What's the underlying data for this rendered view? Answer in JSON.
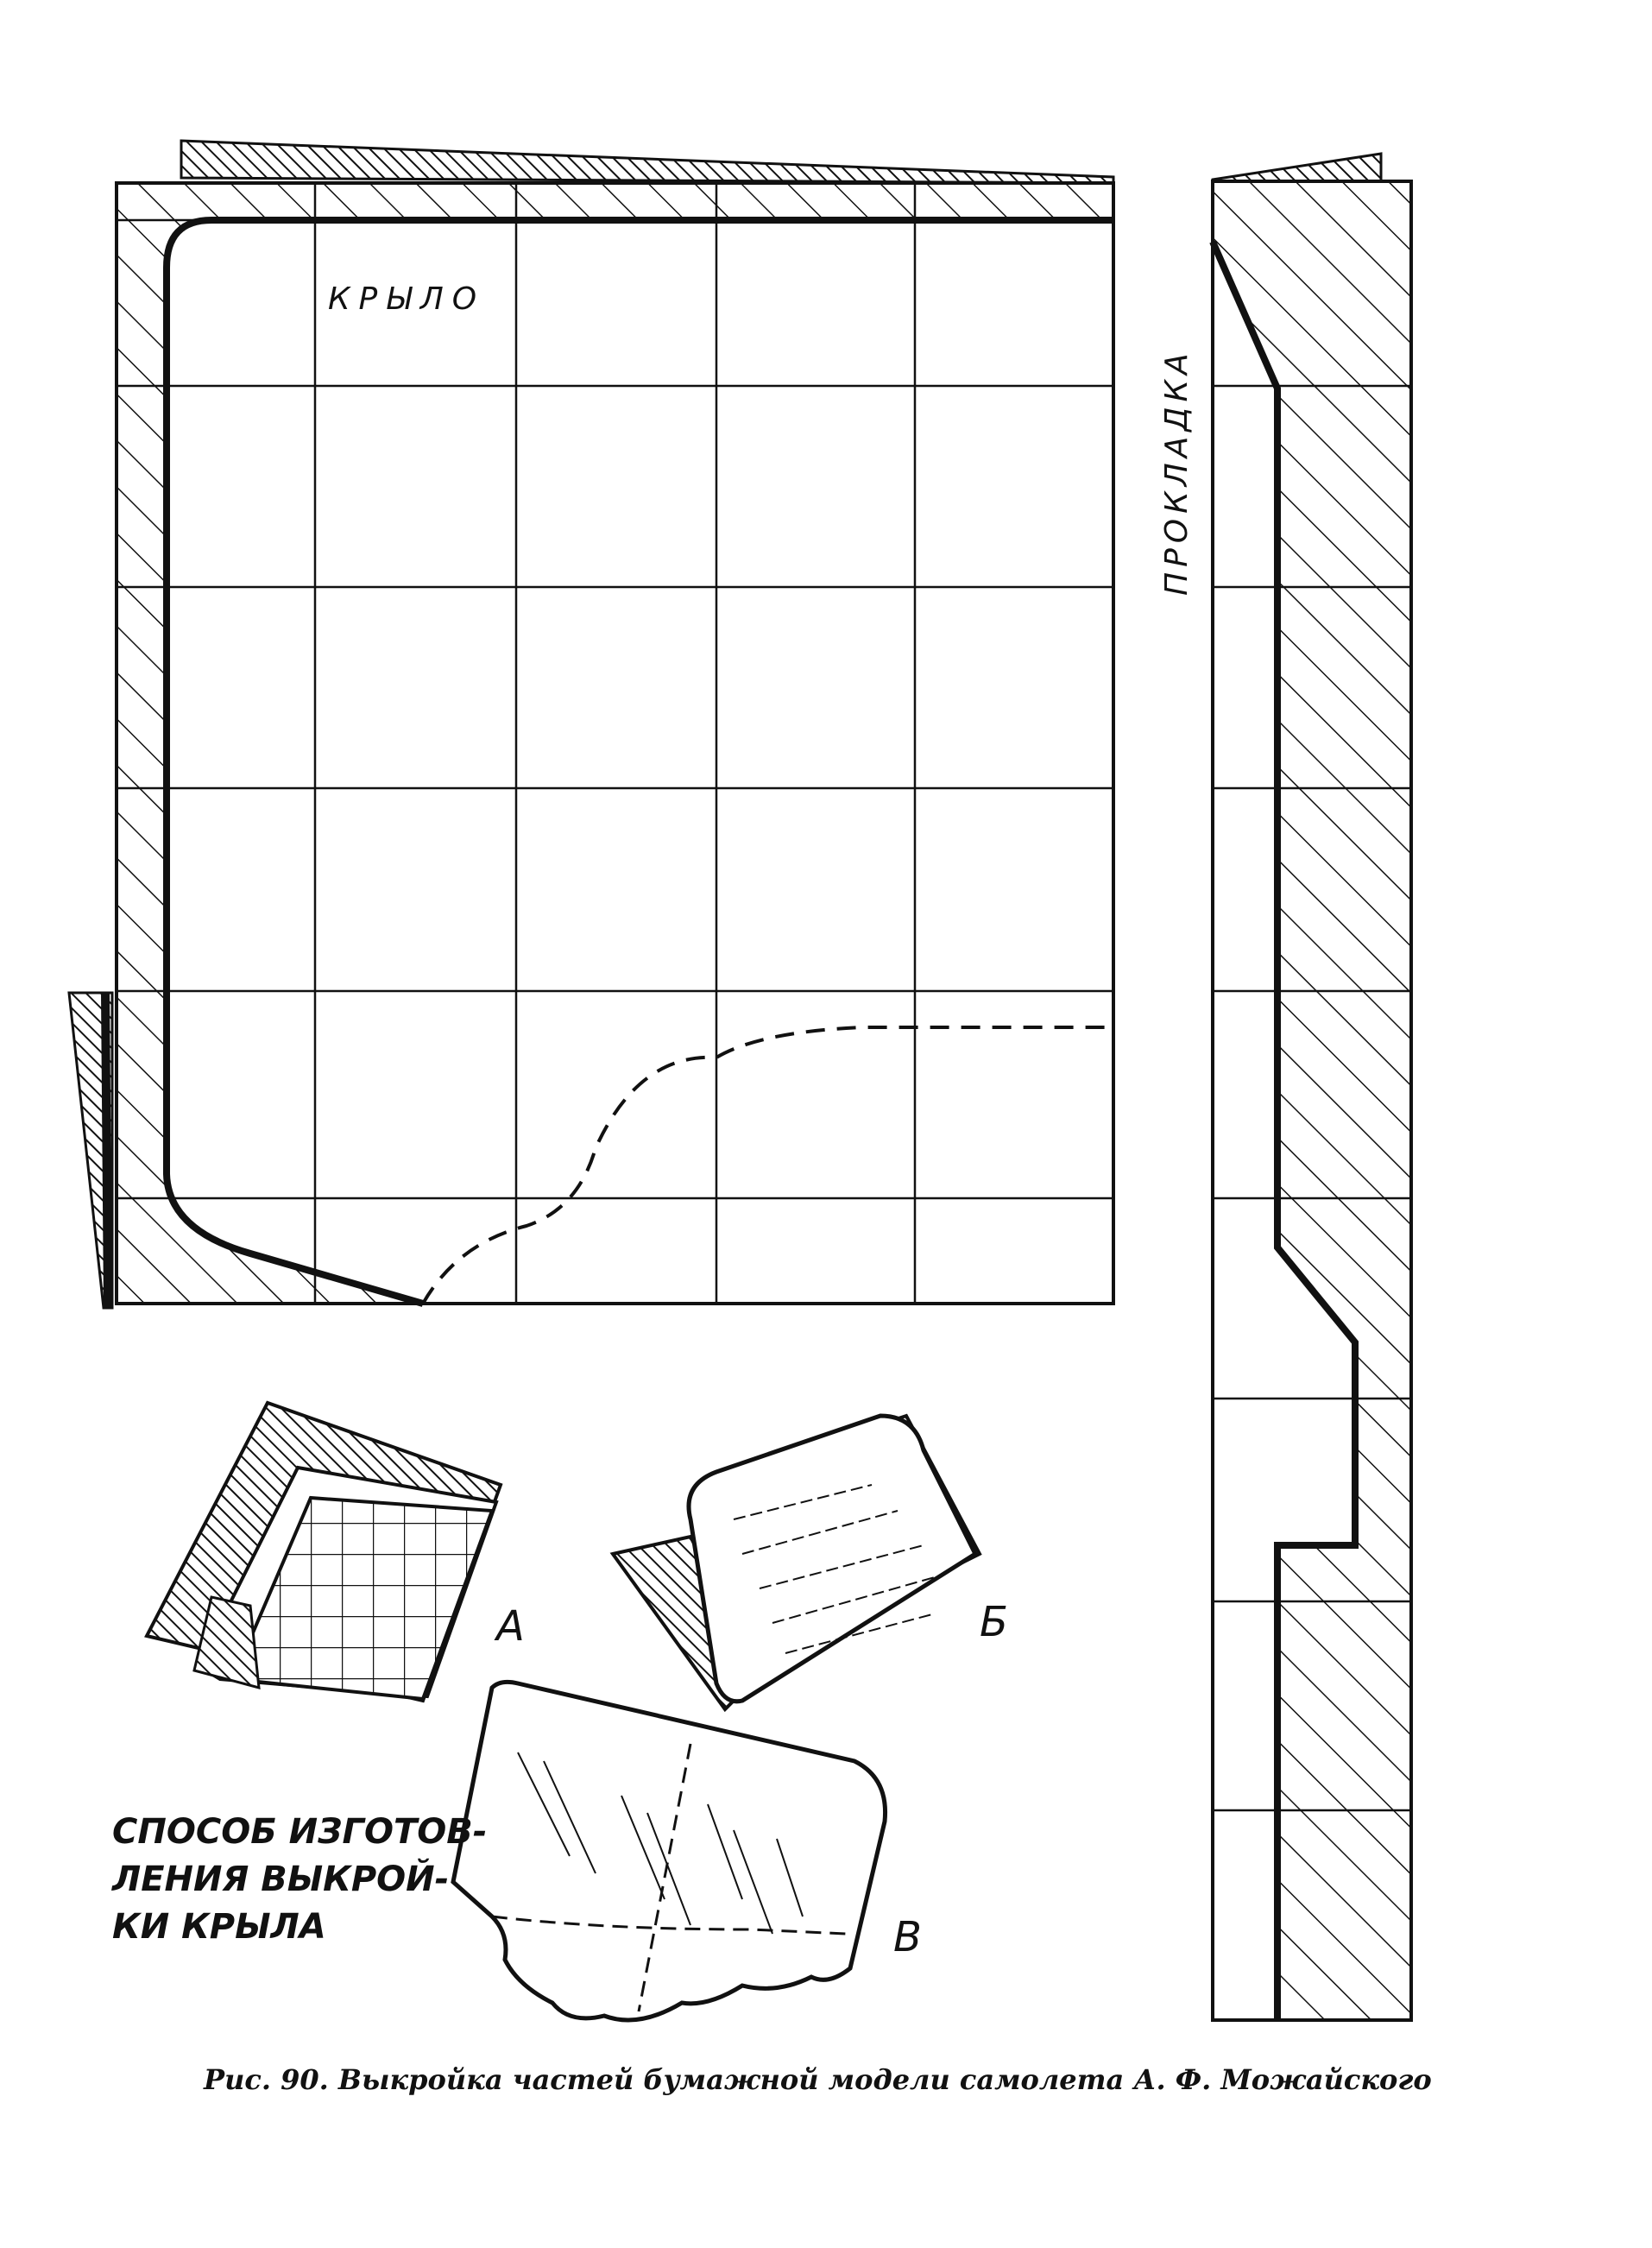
{
  "labels": {
    "wing": "КРЫЛО",
    "spacer": "ПРОКЛАДКА",
    "step_a": "А",
    "step_b": "Б",
    "step_v": "В",
    "method_line1": "СПОСОБ ИЗГОТОВ-",
    "method_line2": "ЛЕНИЯ ВЫКРОЙ-",
    "method_line3": "КИ КРЫЛА"
  },
  "caption": "Рис. 90. Выкройка частей бумажной модели самолета А. Ф. Можайского",
  "colors": {
    "ink": "#111111",
    "paper": "#ffffff"
  }
}
